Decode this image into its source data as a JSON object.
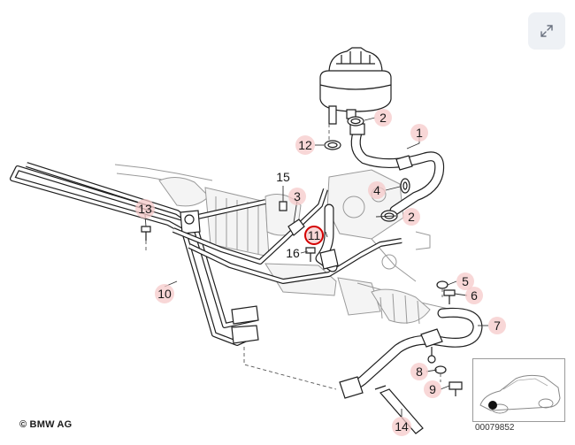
{
  "toolbar": {
    "expand_icon": "expand-arrows-icon"
  },
  "footer": {
    "copyright": "© BMW AG",
    "diagram_number": "00079852"
  },
  "callouts": [
    {
      "number": "1",
      "highlighted": false
    },
    {
      "number": "2",
      "highlighted": false
    },
    {
      "number": "2",
      "highlighted": false
    },
    {
      "number": "3",
      "highlighted": false
    },
    {
      "number": "4",
      "highlighted": false
    },
    {
      "number": "5",
      "highlighted": false
    },
    {
      "number": "6",
      "highlighted": false
    },
    {
      "number": "7",
      "highlighted": false
    },
    {
      "number": "8",
      "highlighted": false
    },
    {
      "number": "9",
      "highlighted": false
    },
    {
      "number": "10",
      "highlighted": false
    },
    {
      "number": "11",
      "highlighted": true
    },
    {
      "number": "12",
      "highlighted": false
    },
    {
      "number": "13",
      "highlighted": false
    },
    {
      "number": "14",
      "highlighted": false
    },
    {
      "number": "15",
      "highlighted": false
    },
    {
      "number": "16",
      "highlighted": false
    }
  ],
  "colors": {
    "callout_bubble": "#f6c9c9",
    "highlight_ring": "#d40000",
    "line": "#1f1f1f"
  }
}
